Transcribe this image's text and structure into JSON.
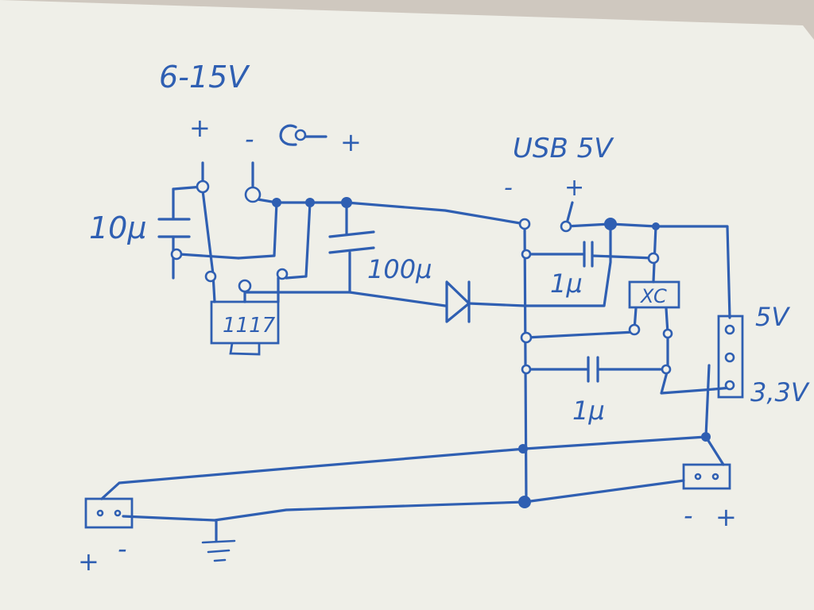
{
  "colors": {
    "ink": "#2f5fb2",
    "paper": "#efefe8",
    "background": "#cfc8bf"
  },
  "labels": {
    "input_voltage": "6-15V",
    "input_plus": "+",
    "input_minus": "-",
    "polarity_plus": "+",
    "usb_label": "USB 5V",
    "usb_minus": "-",
    "usb_plus": "+",
    "cap_10u": "10µ",
    "cap_100u": "100µ",
    "cap_1u_top": "1µ",
    "cap_1u_bottom": "1µ",
    "regulator_1117": "1117",
    "regulator_xc": "XC",
    "out_5v": "5V",
    "out_3v3": "3,3V",
    "right_minus": "-",
    "right_plus": "+",
    "left_plus": "+",
    "left_minus": "-"
  }
}
